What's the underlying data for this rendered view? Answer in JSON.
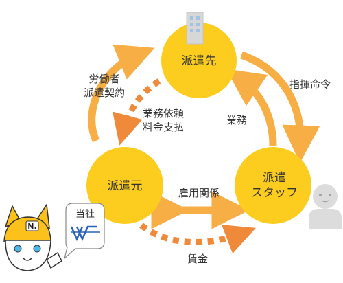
{
  "colors": {
    "node": "#fccd1e",
    "arrow": "#f6ae45",
    "arrow_dashed": "#ef8a3b",
    "text": "#333333",
    "person": "#dcdcdc"
  },
  "nodes": {
    "haken_saki": "派遣先",
    "haken_moto": "派遣元",
    "haken_staff_line1": "派遣",
    "haken_staff_line2": "スタッフ"
  },
  "labels": {
    "contract_line1": "労働者",
    "contract_line2": "派遣契約",
    "request_line1": "業務依頼",
    "request_line2": "料金支払",
    "command": "指揮命令",
    "work": "業務",
    "employment": "雇用関係",
    "wage": "賃金",
    "our_company": "当社"
  },
  "icons": {
    "building": "building-icon",
    "person": "person-icon",
    "mascot": "cat-mascot-icon"
  }
}
